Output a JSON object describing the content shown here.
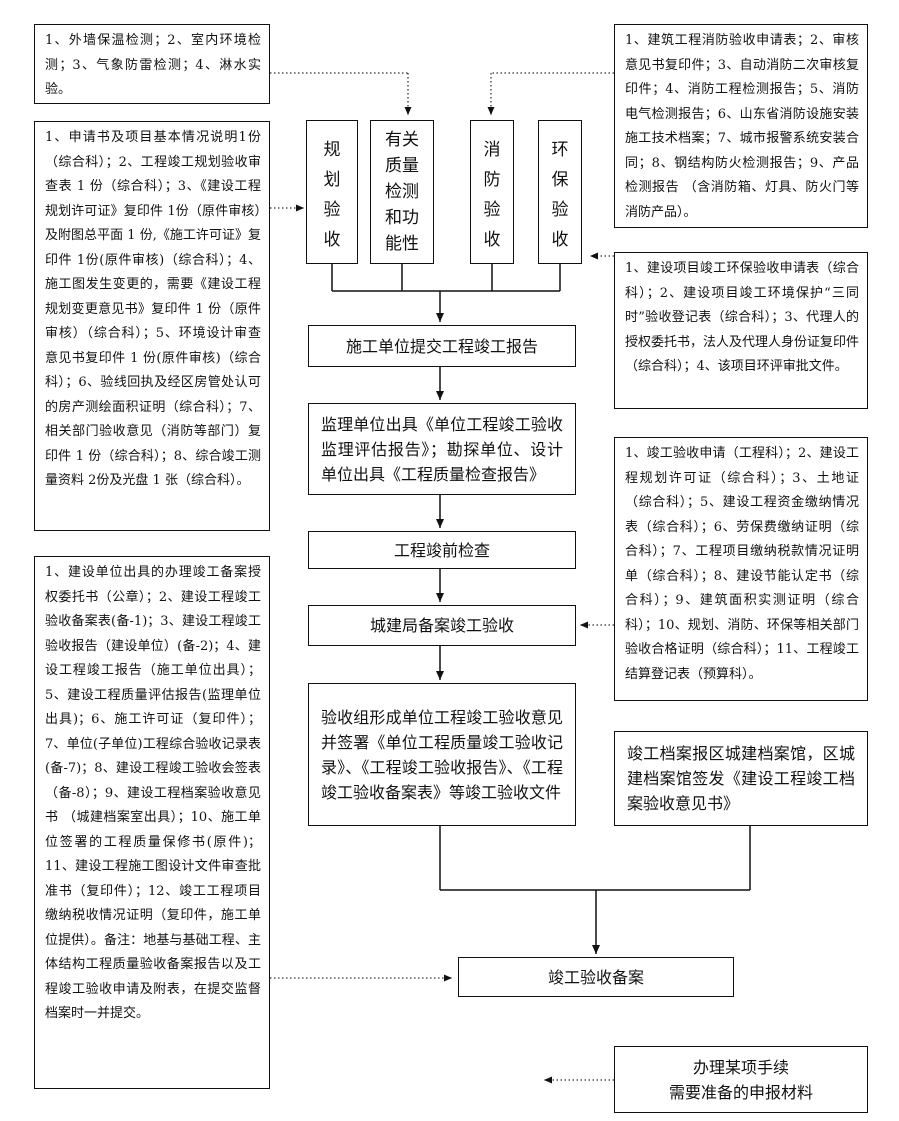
{
  "top_columns": [
    {
      "label": "规\n划\n验\n收"
    },
    {
      "label": "有关\n质量\n检测\n和功\n能性"
    },
    {
      "label": "消\n防\n验\n收"
    },
    {
      "label": "环\n保\n验\n收"
    }
  ],
  "flow_steps": [
    "施工单位提交工程竣工报告",
    "监理单位出具《单位工程竣工验收监理评估报告》；勘探单位、设计单位出具《工程质量检查报告》",
    "工程竣前检查",
    "城建局备案竣工验收",
    "验收组形成单位工程竣工验收意见并签署《单位工程质量竣工验收记录》、《工程竣工验收报告》、《工程竣工验收备案表》等竣工验收文件"
  ],
  "archive_box": "竣工档案报区城建档案馆，区城建档案馆签发《建设工程竣工档案验收意见书》",
  "final_box": "竣工验收备案",
  "legend_box": "办理某项手续\n需要准备的申报材料",
  "notes": {
    "wall_testing": "1、外墙保温检测；2、室内环境检测；3、气象防雷检测；4、淋水实验。",
    "planning_materials": "1、申请书及项目基本情况说明1份（综合科）；2、工程竣工规划验收审查表 1 份（综合科）；3、《建设工程规划许可证》复印件 1份（原件审核）及附图总平面 1 份,《施工许可证》复印件 1份(原件审核)（综合科）；4、施工图发生变更的，需要《建设工程规划变更意见书》复印件 1 份（原件审核）（综合科）；5、环境设计审查意见书复印件 1 份(原件审核)（综合科）；6、验线回执及经区房管处认可的房产测绘面积证明（综合科）；7、相关部门验收意见（消防等部门）复印件 1 份（综合科）；8、综合竣工测量资料 2份及光盘 1 张（综合科）。",
    "filing_materials": "1、建设单位出具的办理竣工备案授权委托书（公章）；2、建设工程竣工验收备案表(备-1)；3、建设工程竣工验收报告（建设单位）(备-2)；4、建设工程竣工报告（施工单位出具）；5、建设工程质量评估报告(监理单位出具)；6、施工许可证（复印件）；7、单位(子单位)工程综合验收记录表(备-7)；8、建设工程竣工验收会签表（备-8）；9、建设工程档案验收意见书 （城建档案室出具）；10、施工单位签署的工程质量保修书(原件)；11、建设工程施工图设计文件审查批准书（复印件）；12、竣工工程项目缴纳税收情况证明（复印件，施工单位提供）。备注：地基与基础工程、主体结构工程质量验收备案报告以及工程竣工验收申请及附表，在提交监督档案时一并提交。",
    "fire_materials": "1、建筑工程消防验收申请表；2、审核意见书复印件；3、自动消防二次审核复印件；4、消防工程检测报告；5、消防电气检测报告；6、山东省消防设施安装施工技术档案；7、城市报警系统安装合同；8、钢结构防火检测报告；9、产品检测报告 （含消防箱、灯具、防火门等消防产品）。",
    "env_materials": "1、建设项目竣工环保验收申请表（综合科）；2、建设项目竣工环境保护“三同时”验收登记表（综合科）；3、代理人的授权委托书，法人及代理人身份证复印件（综合科）；4、该项目环评审批文件。",
    "completion_materials": "1、竣工验收申请（工程科）；2、建设工程规划许可证（综合科）；3、土地证（综合科）；5、建设工程资金缴纳情况表（综合科）；6、劳保费缴纳证明（综合科）；7、工程项目缴纳税款情况证明单（综合科）；8、建设节能认定书（综合科）；9、建筑面积实测证明（综合科）；10、规划、消防、环保等相关部门验收合格证明（综合科）；11、工程竣工结算登记表（预算科）。"
  },
  "colors": {
    "line": "#111111",
    "dotted": "#333333",
    "background": "#ffffff"
  }
}
